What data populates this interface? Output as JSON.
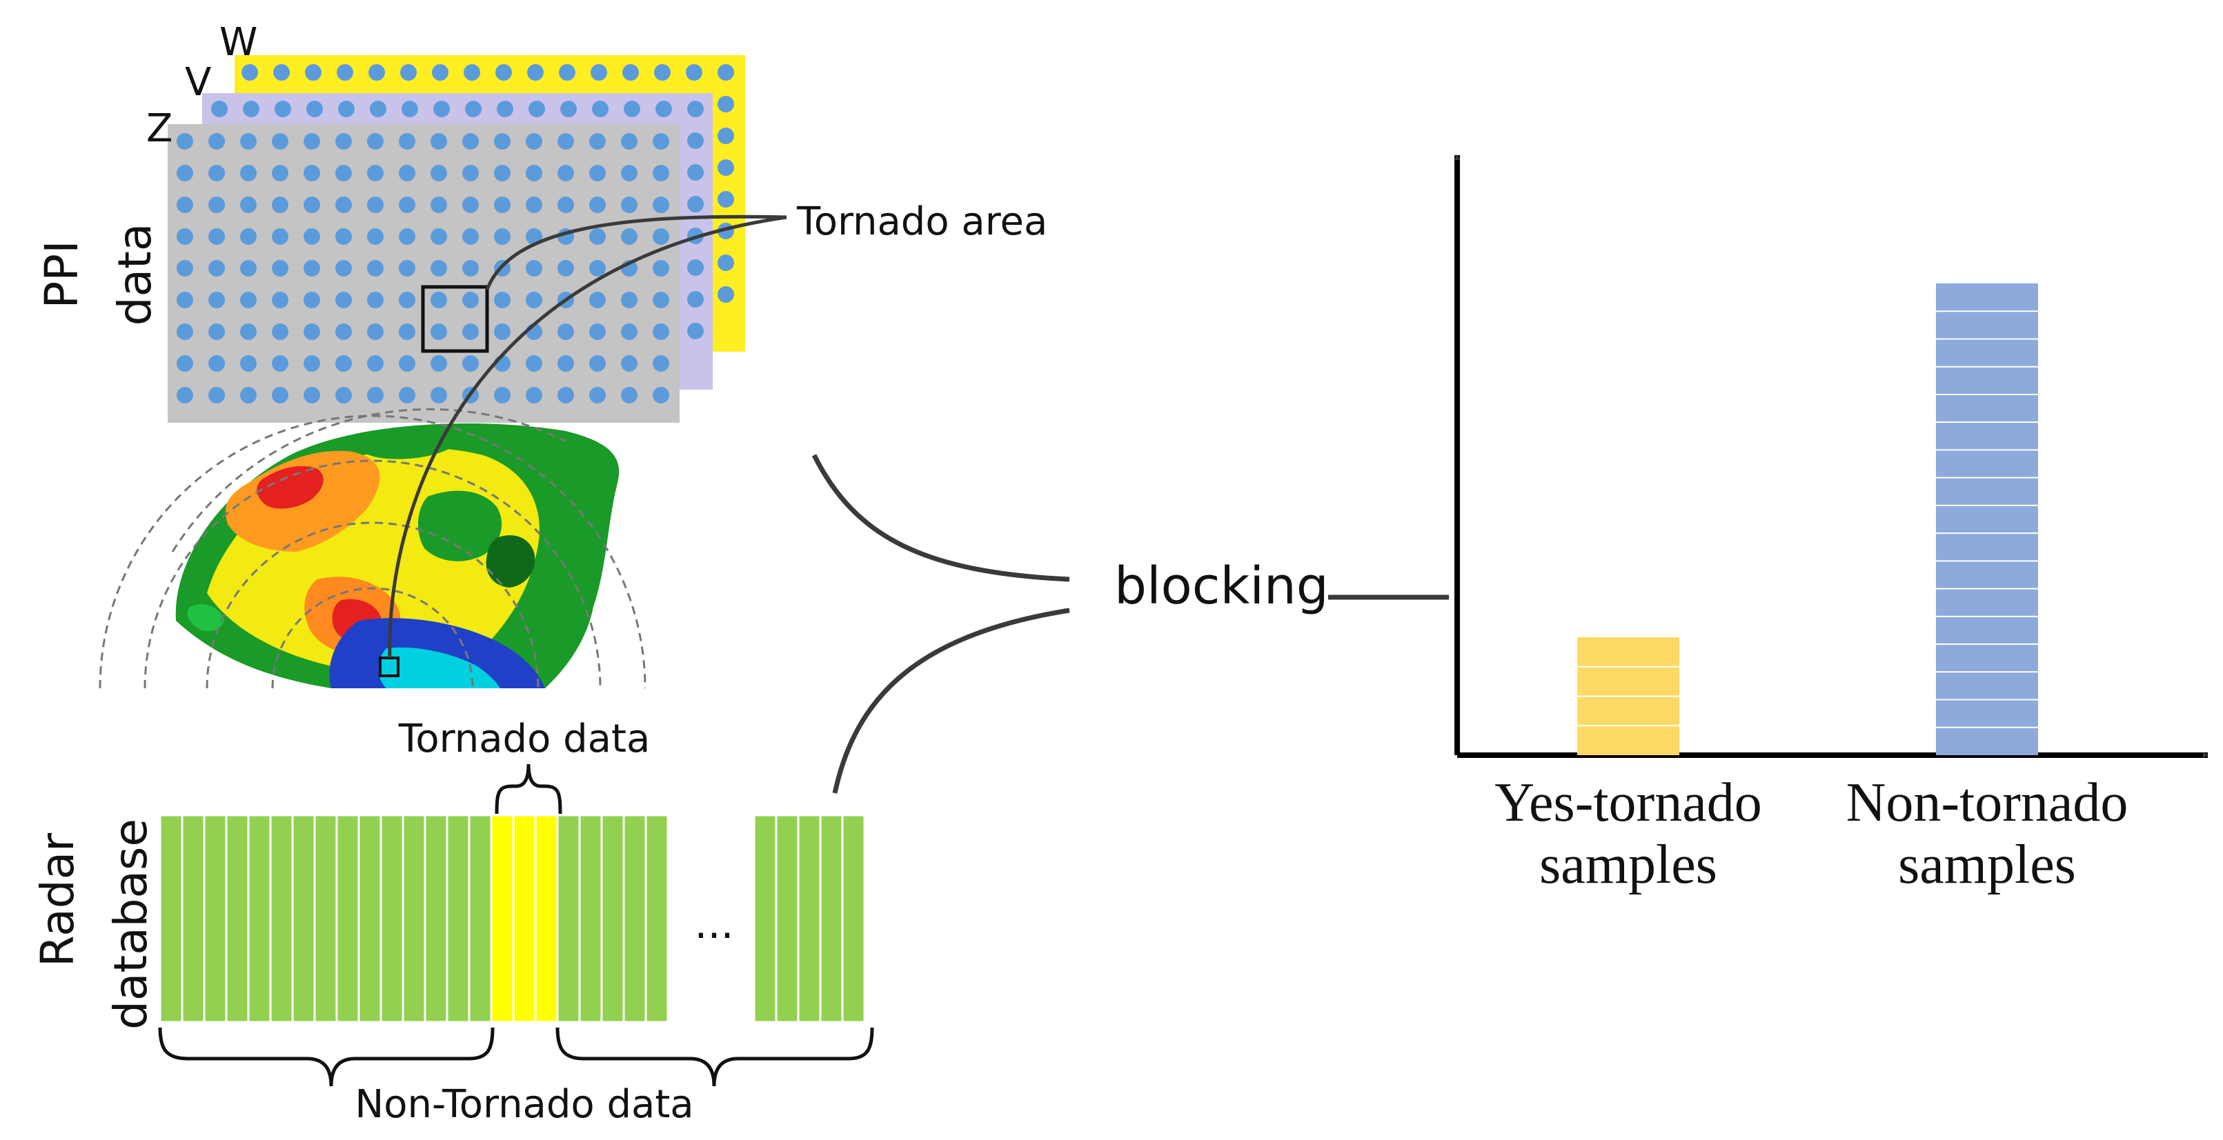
{
  "ppi": {
    "label_line1": "PPI",
    "label_line2": "data",
    "layers": [
      {
        "name": "W",
        "color": "#ffee22"
      },
      {
        "name": "V",
        "color": "#c9c3ea"
      },
      {
        "name": "Z",
        "color": "#c4c4c4"
      }
    ],
    "dot_color": "#5b9bdc",
    "tornado_area_label": "Tornado area"
  },
  "database": {
    "label_line1": "Radar",
    "label_line2": "database",
    "tornado_data_label": "Tornado data",
    "non_tornado_data_label": "Non-Tornado data",
    "ellipsis": "...",
    "non_tornado_color": "#92d050",
    "tornado_color": "#ffff00"
  },
  "process": {
    "blocking_label": "blocking"
  },
  "chart_data": {
    "type": "bar",
    "categories": [
      "Yes-tornado samples",
      "Non-tornado samples"
    ],
    "category_lines": [
      [
        "Yes-tornado",
        "samples"
      ],
      [
        "Non-tornado",
        "samples"
      ]
    ],
    "values": [
      1,
      4
    ],
    "colors": [
      "#ffd966",
      "#8ea9db"
    ],
    "title": "",
    "xlabel": "",
    "ylabel": "",
    "ylim": [
      0,
      5
    ],
    "grid": false,
    "axis_ticks": false
  }
}
